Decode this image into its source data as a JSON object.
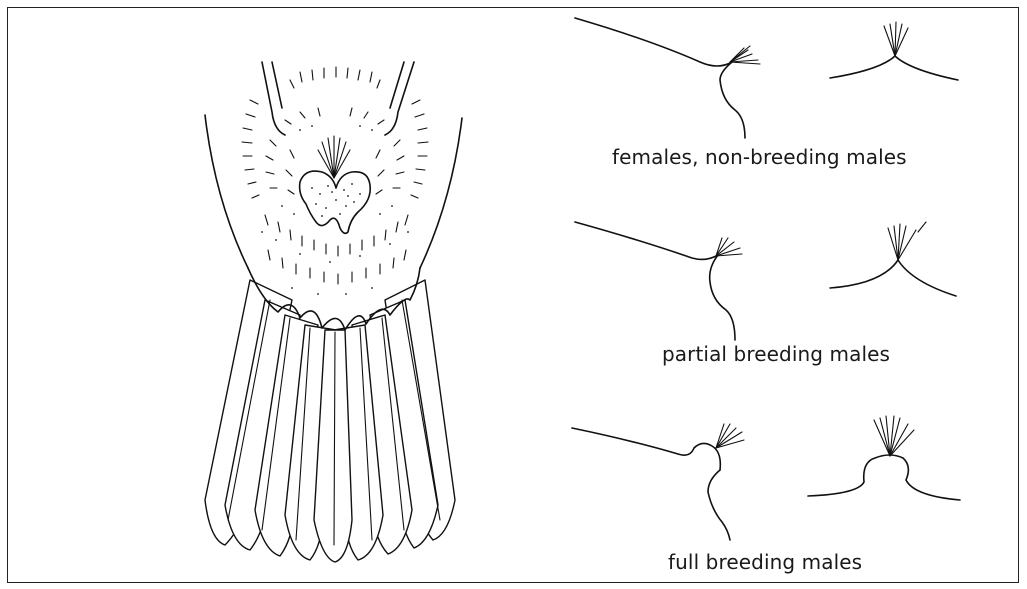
{
  "captions": {
    "row1": "females, non-breeding males",
    "row2": "partial breeding males",
    "row3": "full breeding males"
  }
}
